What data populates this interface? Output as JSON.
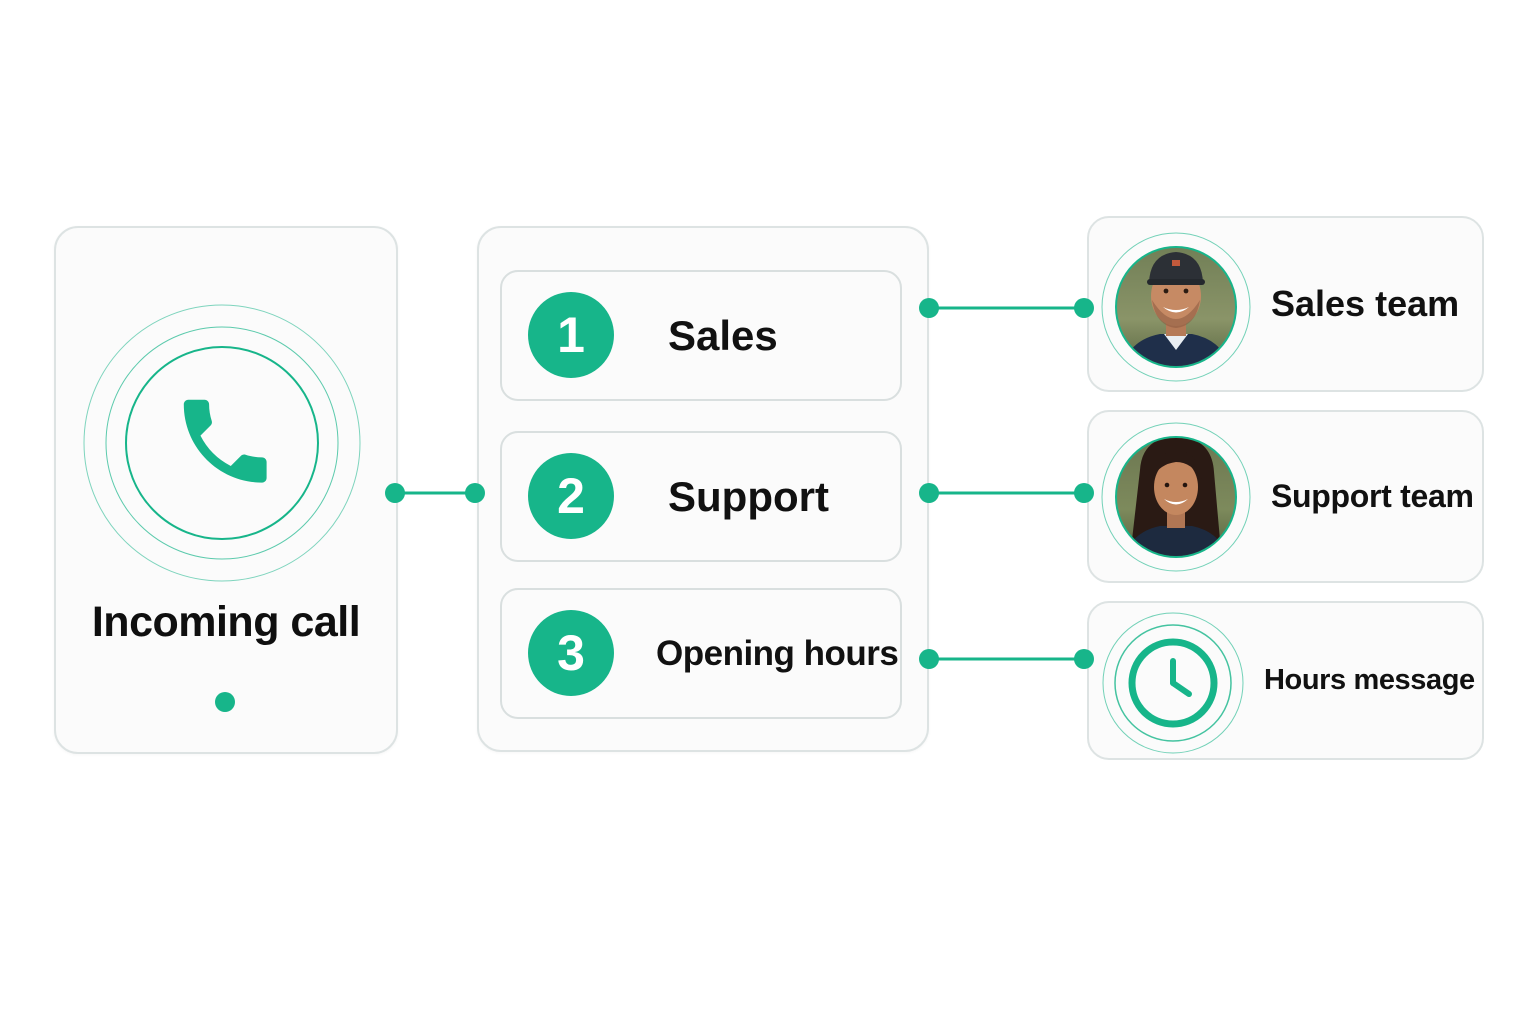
{
  "colors": {
    "accent": "#17b58a",
    "card_border": "#dde3e3",
    "card_background": "#fbfbfb",
    "text": "#111111"
  },
  "incoming": {
    "label": "Incoming call",
    "icon": "phone-icon"
  },
  "menu_options": [
    {
      "number": "1",
      "label": "Sales"
    },
    {
      "number": "2",
      "label": "Support"
    },
    {
      "number": "3",
      "label": "Opening hours"
    }
  ],
  "destinations": [
    {
      "label": "Sales team",
      "icon": "avatar-man"
    },
    {
      "label": "Support team",
      "icon": "avatar-woman"
    },
    {
      "label": "Hours message",
      "icon": "clock-icon"
    }
  ]
}
